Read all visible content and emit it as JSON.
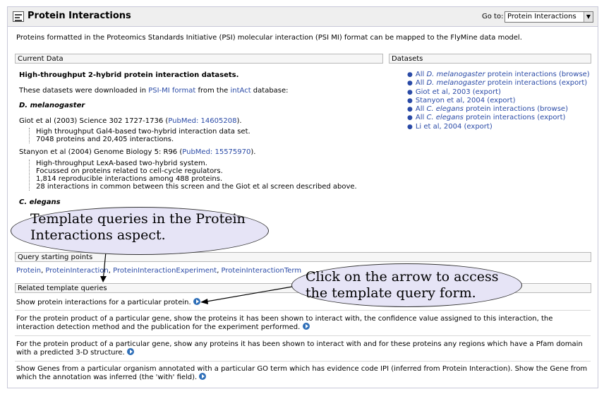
{
  "header": {
    "title": "Protein Interactions",
    "goto_label": "Go to:",
    "goto_selected": "Protein Interactions"
  },
  "intro": "Proteins formatted in the Proteomics Standards Initiative (PSI) molecular interaction (PSI MI) format can be mapped to the FlyMine data model.",
  "current_data": {
    "heading": "Current Data",
    "subtitle": "High-throughput 2-hybrid protein interaction datasets.",
    "downloaded_pre": "These datasets were downloaded in ",
    "psi_link": "PSI-MI format",
    "downloaded_mid": " from the ",
    "intact_link": "intAct",
    "downloaded_post": " database:",
    "dmel_heading": "D. melanogaster",
    "giot_ref": "Giot et al (2003) Science 302 1727-1736 (",
    "giot_pubmed": "PubMed: 14605208",
    "giot_ref_end": ").",
    "giot_line1": "High throughput Gal4-based two-hybrid interaction data set.",
    "giot_line2": "7048 proteins and 20,405 interactions.",
    "stanyon_ref": "Stanyon et al (2004) Genome Biology 5: R96 (",
    "stanyon_pubmed": "PubMed: 15575970",
    "stanyon_ref_end": ").",
    "stanyon_line1": "High-throughput LexA-based two-hybrid system.",
    "stanyon_line2": "Focussed on proteins related to cell-cycle regulators.",
    "stanyon_line3": "1,814 reproducible interactions among 488 proteins.",
    "stanyon_line4": "28 interactions in common between this screen and the Giot et al screen described above.",
    "celegans_heading": "C. elegans"
  },
  "datasets": {
    "heading": "Datasets",
    "items": [
      {
        "pre": "All ",
        "em": "D. melanogaster",
        "post": " protein interactions (browse)"
      },
      {
        "pre": "All ",
        "em": "D. melanogaster",
        "post": " protein interactions (export)"
      },
      {
        "pre": "Giot et al, 2003 (export)",
        "em": "",
        "post": ""
      },
      {
        "pre": "Stanyon et al, 2004 (export)",
        "em": "",
        "post": ""
      },
      {
        "pre": "All ",
        "em": "C. elegans",
        "post": " protein interactions (browse)"
      },
      {
        "pre": "All ",
        "em": "C. elegans",
        "post": " protein interactions (export)"
      },
      {
        "pre": "Li et al, 2004 (export)",
        "em": "",
        "post": ""
      }
    ]
  },
  "query_starting_points": {
    "heading": "Query starting points",
    "links": [
      "Protein",
      "ProteinInteraction",
      "ProteinInteractionExperiment",
      "ProteinInteractionTerm"
    ]
  },
  "related_templates": {
    "heading": "Related template queries",
    "items": [
      "Show protein interactions for a particular protein.",
      "For the protein product of a particular gene, show the proteins it has been shown to interact with, the confidence value assigned to this interaction, the interaction detection method and the publication for the experiment performed.",
      "For the protein product of a particular gene, show any proteins it has been shown to interact with and for these proteins any regions which have a Pfam domain with a predicted 3-D structure.",
      "Show Genes from a particular organism annotated with a particular GO term which has evidence code IPI (inferred from Protein Interaction). Show the Gene from which the annotation was inferred (the 'with' field)."
    ]
  },
  "callouts": {
    "left_line1": "Template queries in the Protein",
    "left_line2": "Interactions aspect.",
    "right_line1": "Click on the arrow to access",
    "right_line2": "the template query form."
  },
  "colors": {
    "link": "#2a4aa6",
    "callout_fill": "#e6e4f6",
    "arrow_icon": "#2f6fb8"
  }
}
